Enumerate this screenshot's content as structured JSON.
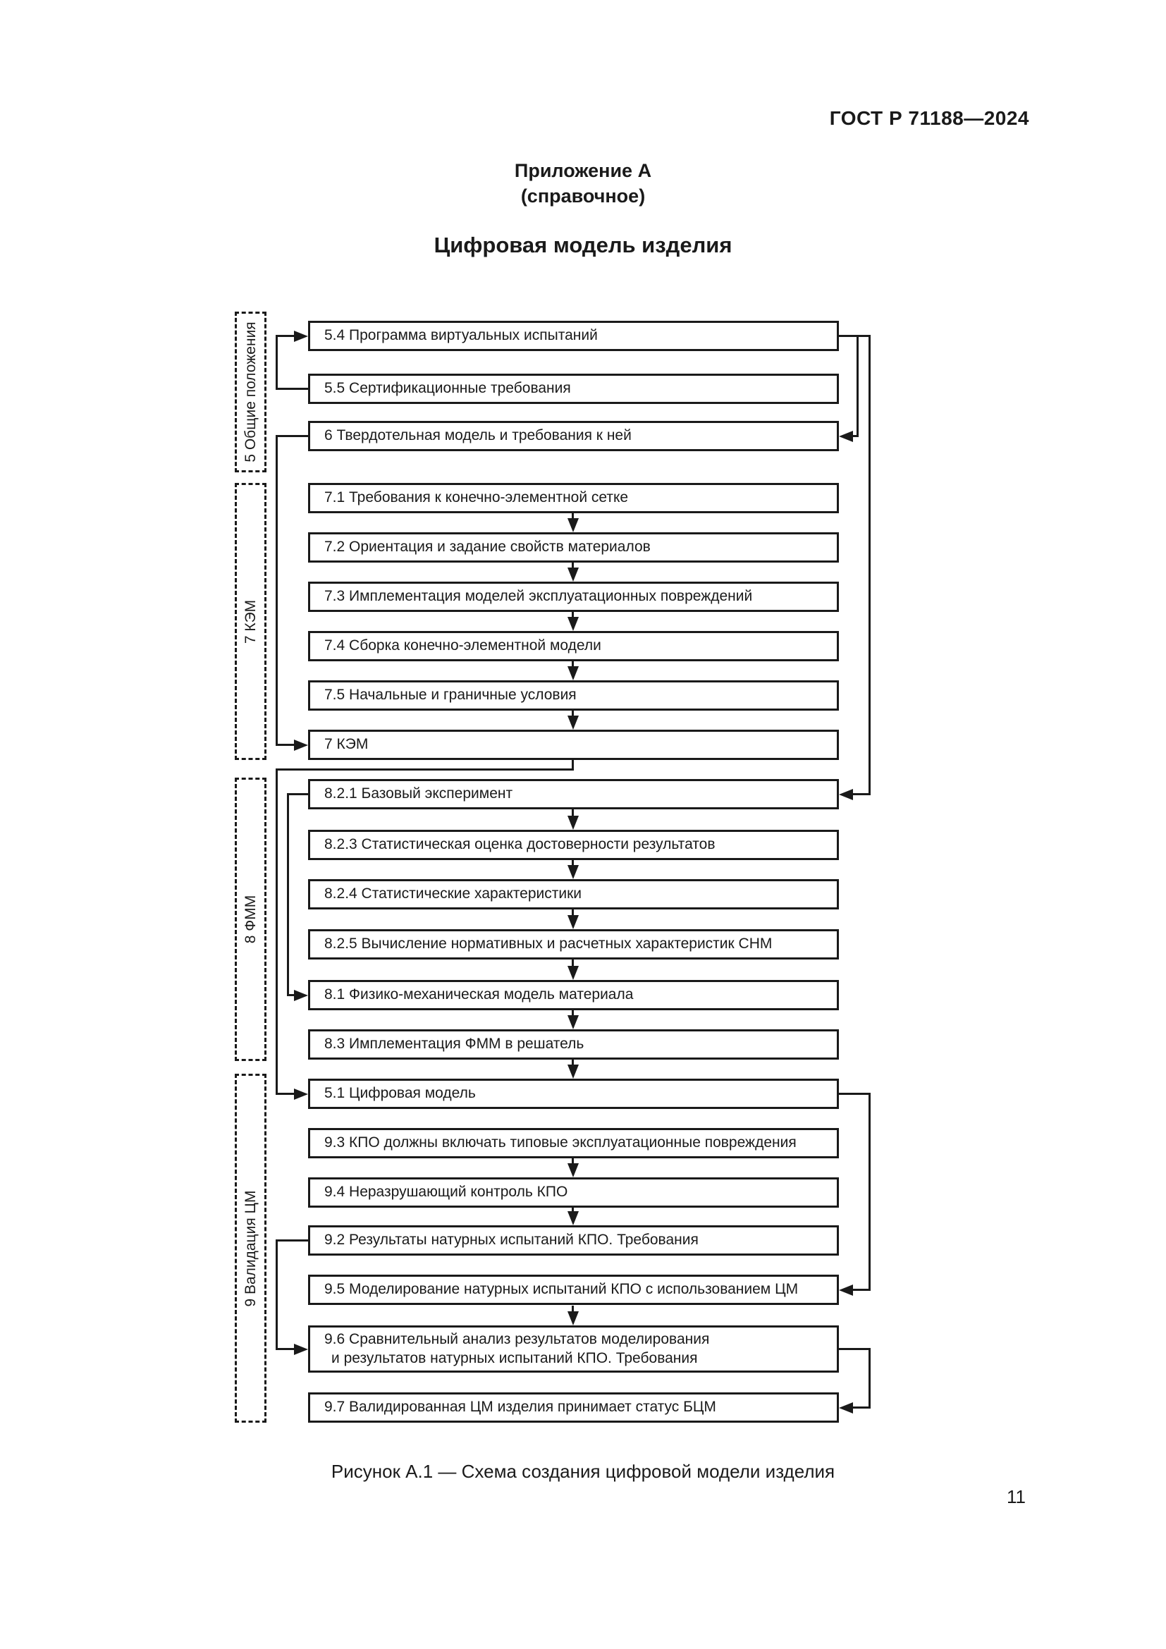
{
  "page": {
    "header": "ГОСТ Р 71188—2024",
    "appendix_title": "Приложение А",
    "appendix_subtitle": "(справочное)",
    "title": "Цифровая модель изделия",
    "caption": "Рисунок А.1 — Схема создания цифровой модели изделия",
    "page_number": "11"
  },
  "diagram": {
    "groups": [
      {
        "label": "5 Общие положения"
      },
      {
        "label": "7 КЭМ"
      },
      {
        "label": "8 ФММ"
      },
      {
        "label": "9 Валидация ЦМ"
      }
    ],
    "boxes": [
      {
        "label": "5.4 Программа виртуальных испытаний"
      },
      {
        "label": "5.5 Сертификационные требования"
      },
      {
        "label": "6 Твердотельная модель и требования к ней"
      },
      {
        "label": "7.1 Требования к конечно-элементной сетке"
      },
      {
        "label": "7.2 Ориентация и задание свойств материалов"
      },
      {
        "label": "7.3 Имплементация моделей эксплуатационных повреждений"
      },
      {
        "label": "7.4 Сборка конечно-элементной модели"
      },
      {
        "label": "7.5 Начальные и граничные условия"
      },
      {
        "label": "7 КЭМ"
      },
      {
        "label": "8.2.1 Базовый эксперимент"
      },
      {
        "label": "8.2.3 Статистическая оценка достоверности результатов"
      },
      {
        "label": "8.2.4 Статистические характеристики"
      },
      {
        "label": "8.2.5 Вычисление нормативных и расчетных характеристик СНМ"
      },
      {
        "label": "8.1 Физико-механическая модель материала"
      },
      {
        "label": "8.3 Имплементация ФММ в решатель"
      },
      {
        "label": "5.1 Цифровая модель"
      },
      {
        "label": "9.3 КПО должны включать типовые эксплуатационные повреждения"
      },
      {
        "label": "9.4 Неразрушающий контроль КПО"
      },
      {
        "label": "9.2 Результаты натурных испытаний КПО. Требования"
      },
      {
        "label": "9.5 Моделирование натурных испытаний КПО с использованием ЦМ"
      },
      {
        "line1": "9.6 Сравнительный анализ результатов моделирования",
        "line2": "и результатов натурных испытаний КПО. Требования"
      },
      {
        "label": "9.7 Валидированная ЦМ изделия принимает статус БЦМ"
      }
    ]
  }
}
